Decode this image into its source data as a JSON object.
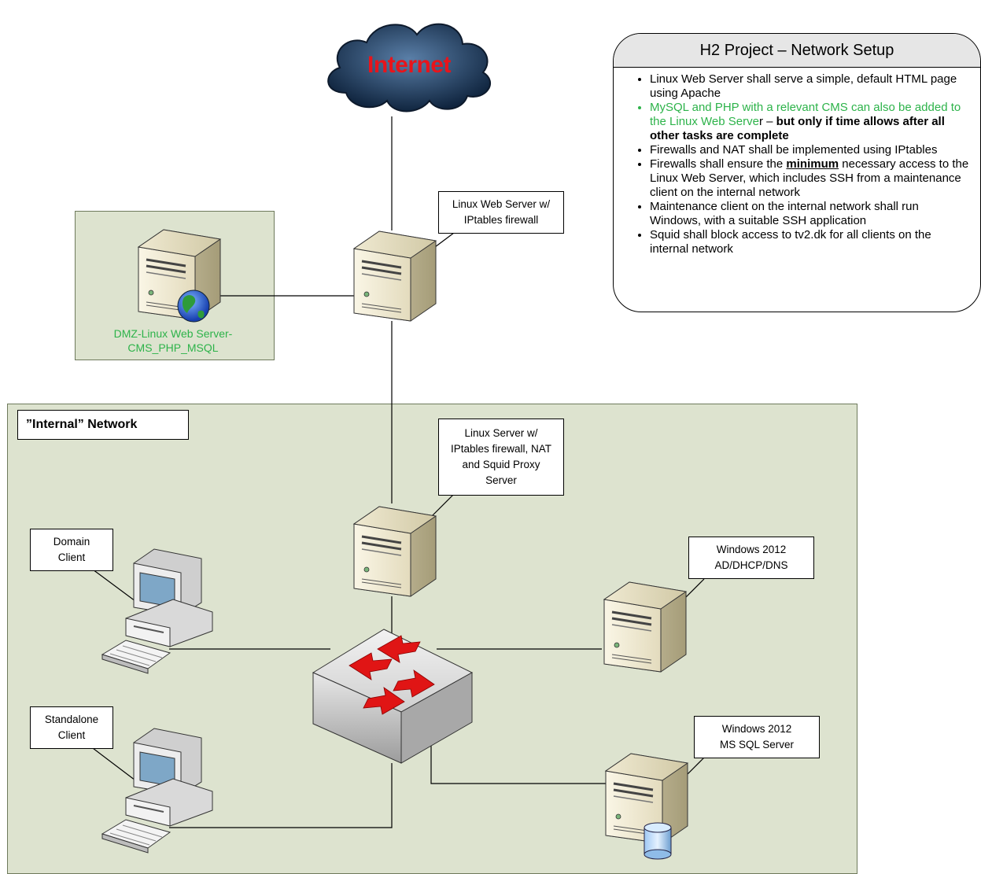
{
  "cloud": {
    "label": "Internet"
  },
  "info_panel": {
    "title": "H2 Project – Network Setup",
    "items": [
      {
        "text": "Linux Web Server shall serve a simple, default HTML page using Apache"
      },
      {
        "text_green": "MySQL and PHP with a relevant CMS can also be added to the Linux Web Serve",
        "text_plain": "r – ",
        "text_bold": "but only if time allows after all other tasks are complete"
      },
      {
        "text": "Firewalls and NAT shall be implemented using IPtables"
      },
      {
        "text_before": "Firewalls shall ensure the ",
        "text_emph": "minimum",
        "text_after": " necessary access to the Linux Web Server, which includes SSH from a maintenance client on the internal network"
      },
      {
        "text": "Maintenance client on the internal network shall run Windows, with a suitable SSH application"
      },
      {
        "text": "Squid shall block access to tv2.dk for all clients on the internal network"
      }
    ]
  },
  "dmz": {
    "line1": "DMZ-Linux Web Server-",
    "line2": "CMS_PHP_MSQL"
  },
  "web_server_label": {
    "line1": "Linux Web Server w/",
    "line2": "IPtables firewall"
  },
  "internal_network": {
    "title": "”Internal” Network"
  },
  "proxy_server_label": {
    "line1": "Linux Server w/",
    "line2": "IPtables firewall, NAT",
    "line3": "and Squid Proxy",
    "line4": "Server"
  },
  "domain_client_label": {
    "line1": "Domain",
    "line2": "Client"
  },
  "standalone_client_label": {
    "line1": "Standalone",
    "line2": "Client"
  },
  "ad_server_label": {
    "line1": "Windows 2012",
    "line2": "AD/DHCP/DNS"
  },
  "sql_server_label": {
    "line1": "Windows 2012",
    "line2": "MS SQL Server"
  }
}
